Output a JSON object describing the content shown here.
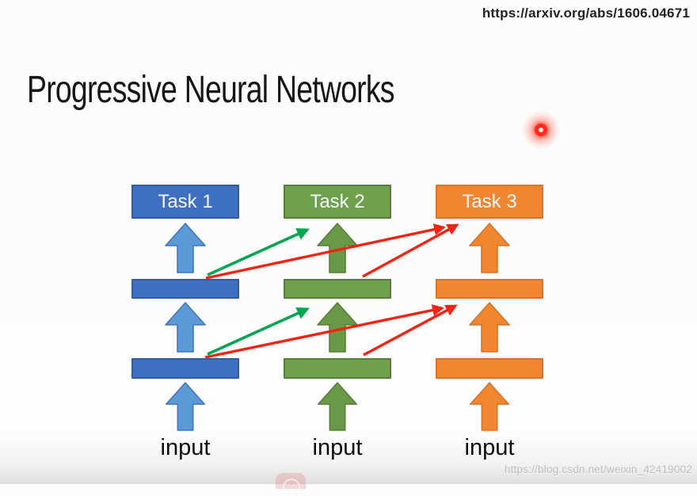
{
  "page": {
    "source_url": "https://arxiv.org/abs/1606.04671",
    "title": "Progressive Neural Networks",
    "watermark": "https://blog.csdn.net/weixin_42419002"
  },
  "diagram": {
    "columns": [
      {
        "label": "Task 1",
        "input_label": "input",
        "color_main": "#3E6FC1",
        "color_border": "#2E5CA6",
        "color_arrow": "#5B9BD5",
        "color_arrow_border": "#4472C4"
      },
      {
        "label": "Task 2",
        "input_label": "input",
        "color_main": "#6FA04B",
        "color_border": "#587E39",
        "color_arrow": "#699946",
        "color_arrow_border": "#587E39"
      },
      {
        "label": "Task 3",
        "input_label": "input",
        "color_main": "#F0862F",
        "color_border": "#DC7226",
        "color_arrow": "#F0862F",
        "color_arrow_border": "#DC7226"
      }
    ],
    "lateral_connections": {
      "green_color": "#00A651",
      "red_color": "#F42313"
    },
    "laser_pointer_color": "#FF2A1A"
  }
}
